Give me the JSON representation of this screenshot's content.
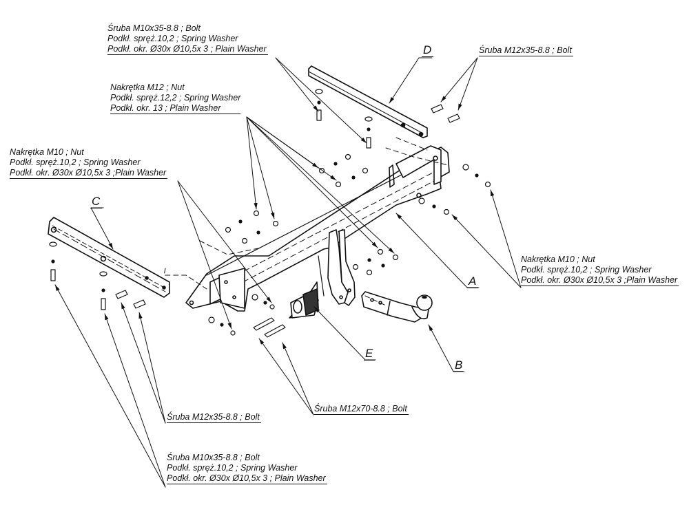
{
  "title": "Tow bar exploded assembly diagram",
  "parts": [
    {
      "id": "A",
      "label": "A",
      "description": "main cross beam"
    },
    {
      "id": "B",
      "label": "B",
      "description": "tow ball neck"
    },
    {
      "id": "C",
      "label": "C",
      "description": "left side bracket"
    },
    {
      "id": "D",
      "label": "D",
      "description": "right side bracket"
    },
    {
      "id": "E",
      "label": "E",
      "description": "electric socket plate"
    }
  ],
  "notes": {
    "top_left_bolt": {
      "lines": [
        "Śruba M10x35-8.8 ;  Bolt",
        "Podkł. spręż.10,2 ; Spring Washer",
        "Podkł. okr.  Ø30x Ø10,5x 3 ; Plain Washer"
      ]
    },
    "top_right_bolt": {
      "lines": [
        "Śruba M12x35-8.8 ;  Bolt"
      ]
    },
    "nut_m12": {
      "lines": [
        "Nakrętka  M12 ; Nut",
        "Podkł. spręż.12,2 ; Spring Washer",
        "Podkł. okr. 13 ; Plain Washer"
      ]
    },
    "nut_m10_left": {
      "lines": [
        "Nakrętka  M10 ; Nut",
        "Podkł. spręż.10,2 ; Spring Washer",
        "Podkł. okr.  Ø30x Ø10,5x 3 ;Plain Washer"
      ]
    },
    "nut_m10_right": {
      "lines": [
        "Nakrętka  M10 ; Nut",
        "Podkł. spręż.10,2 ; Spring Washer",
        "Podkł. okr.  Ø30x Ø10,5x 3 ;Plain Washer"
      ]
    },
    "bolt_m12x35_bottom": {
      "lines": [
        "Śruba M12x35-8.8 ;  Bolt"
      ]
    },
    "bolt_m12x70": {
      "lines": [
        "Śruba M12x70-8.8 ;  Bolt"
      ]
    },
    "bottom_bolt": {
      "lines": [
        "Śruba M10x35-8.8 ;  Bolt",
        "Podkł. spręż.10,2 ; Spring Washer",
        "Podkł. okr.  Ø30x Ø10,5x 3 ; Plain Washer"
      ]
    }
  }
}
